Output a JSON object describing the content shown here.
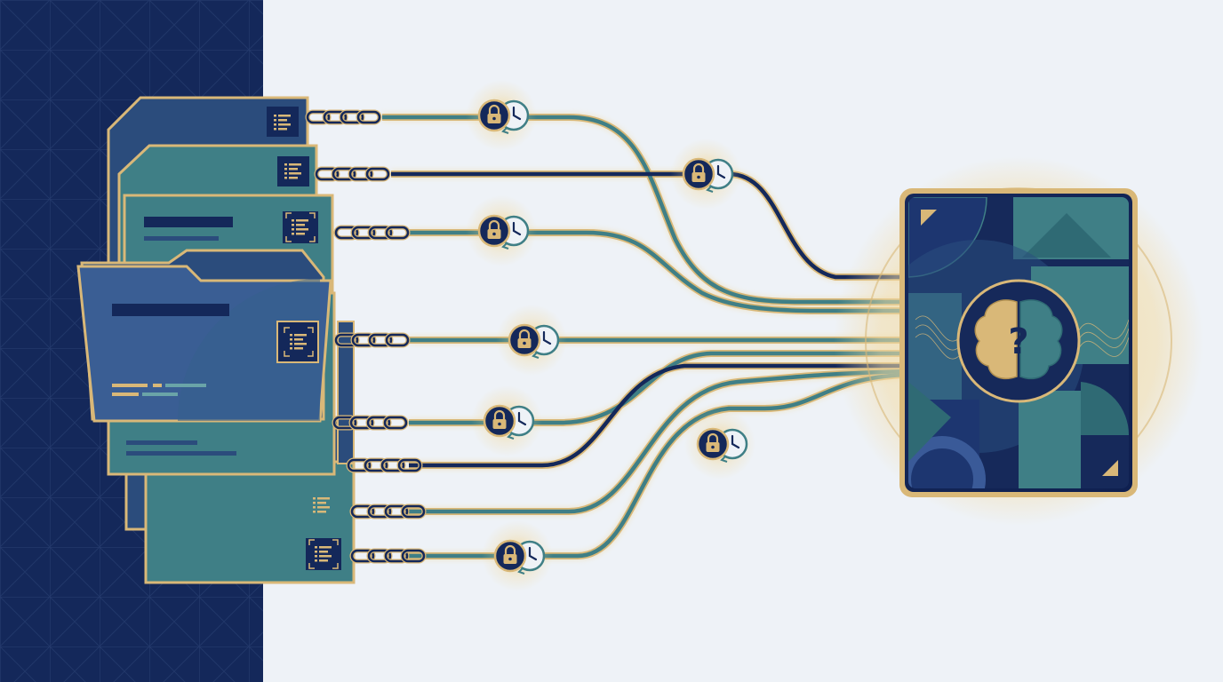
{
  "colors": {
    "background": "#eef2f7",
    "navy": "#14285a",
    "navy_dark": "#0f2050",
    "teal": "#3f7f86",
    "teal_light": "#6aa4a8",
    "gold": "#d9b878",
    "gold_light": "#f3dca6",
    "glow": "#f2d48c"
  },
  "icons": {
    "document": "document-list-icon",
    "chain": "chain-link-icon",
    "lock": "padlock-icon",
    "clock": "clock-history-icon",
    "brain": "brain-question-icon"
  },
  "diagram": {
    "documents": [
      {
        "id": "doc-1",
        "tone": "navy",
        "icon_frame": false
      },
      {
        "id": "doc-2",
        "tone": "teal",
        "icon_frame": false
      },
      {
        "id": "doc-3",
        "tone": "teal",
        "icon_frame": true
      },
      {
        "id": "doc-4",
        "tone": "navy",
        "icon_frame": true
      },
      {
        "id": "doc-5",
        "tone": "teal",
        "icon_frame": false
      },
      {
        "id": "doc-6",
        "tone": "navy",
        "icon_frame": false
      },
      {
        "id": "doc-7",
        "tone": "teal",
        "icon_frame": true
      }
    ],
    "connections": [
      {
        "id": "line-1",
        "lock": true
      },
      {
        "id": "line-2",
        "lock": true
      },
      {
        "id": "line-3",
        "lock": true
      },
      {
        "id": "line-4",
        "lock": true
      },
      {
        "id": "line-5",
        "lock": true
      },
      {
        "id": "line-6",
        "lock": false
      },
      {
        "id": "line-7",
        "lock": true
      },
      {
        "id": "line-8",
        "lock": true
      }
    ],
    "target": {
      "id": "ai-context-card",
      "symbol": "?"
    }
  }
}
